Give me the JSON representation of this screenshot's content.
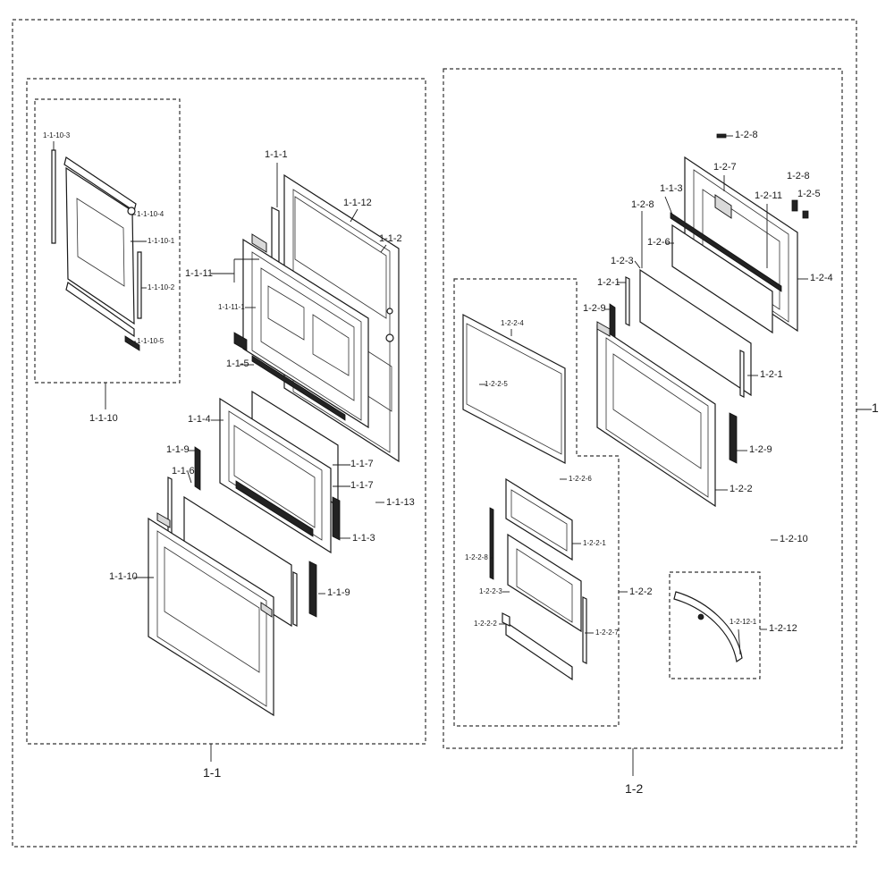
{
  "labels": {
    "l_1": "1",
    "l_1_1": "1-1",
    "l_1_2": "1-2",
    "l_1_1_1": "1-1-1",
    "l_1_1_2": "1-1-2",
    "l_1_1_3": "1-1-3",
    "l_1_1_4": "1-1-4",
    "l_1_1_5": "1-1-5",
    "l_1_1_6": "1-1-6",
    "l_1_1_7a": "1-1-7",
    "l_1_1_7b": "1-1-7",
    "l_1_1_9a": "1-1-9",
    "l_1_1_9b": "1-1-9",
    "l_1_1_10a": "1-1-10",
    "l_1_1_10b": "1-1-10",
    "l_1_1_11": "1-1-11",
    "l_1_1_11_1": "1-1-11-1",
    "l_1_1_12": "1-1-12",
    "l_1_1_13": "1-1-13",
    "l_1_1_10_1": "1-1-10-1",
    "l_1_1_10_2": "1-1-10-2",
    "l_1_1_10_3": "1-1-10-3",
    "l_1_1_10_4": "1-1-10-4",
    "l_1_1_10_5": "1-1-10-5",
    "l_1_2_1a": "1-2-1",
    "l_1_2_1b": "1-2-1",
    "l_1_2_2": "1-2-2",
    "l_1_2_3": "1-2-3",
    "l_1_2_4": "1-2-4",
    "l_1_2_5": "1-2-5",
    "l_1_2_6": "1-2-6",
    "l_1_2_7": "1-2-7",
    "l_1_2_8a": "1-2-8",
    "l_1_2_8b": "1-2-8",
    "l_1_2_8c": "1-2-8",
    "l_1_2_9a": "1-2-9",
    "l_1_2_9b": "1-2-9",
    "l_1_2_10": "1-2-10",
    "l_1_2_11": "1-2-11",
    "l_1_2_12": "1-2-12",
    "l_1_1_3b": "1-1-3",
    "l_1_2_2_main": "1-2-2",
    "l_1_2_2_1": "1-2-2-1",
    "l_1_2_2_2": "1-2-2-2",
    "l_1_2_2_3": "1-2-2-3",
    "l_1_2_2_4": "1-2-2-4",
    "l_1_2_2_5": "1-2-2-5",
    "l_1_2_2_6": "1-2-2-6",
    "l_1_2_2_7": "1-2-2-7",
    "l_1_2_2_8": "1-2-2-8",
    "l_1_2_12_1": "1-2-12-1"
  }
}
